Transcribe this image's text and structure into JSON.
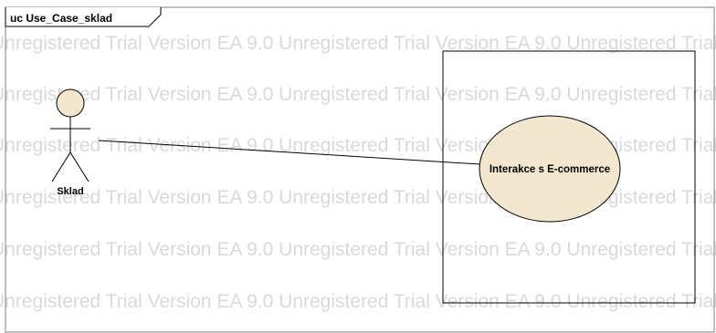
{
  "frame": {
    "title": "uc Use_Case_sklad"
  },
  "watermark": {
    "text": "EA 9.0 Unregistered Trial Version"
  },
  "actor": {
    "label": "Sklad"
  },
  "use_case": {
    "label": "Interakce s E-commerce"
  },
  "colors": {
    "use_case_fill": "#f3e7cf",
    "actor_head_fill": "#f3e7cf",
    "stroke": "#000000",
    "frame_border": "#7f7f7f",
    "watermark": "#d9d9d9"
  }
}
